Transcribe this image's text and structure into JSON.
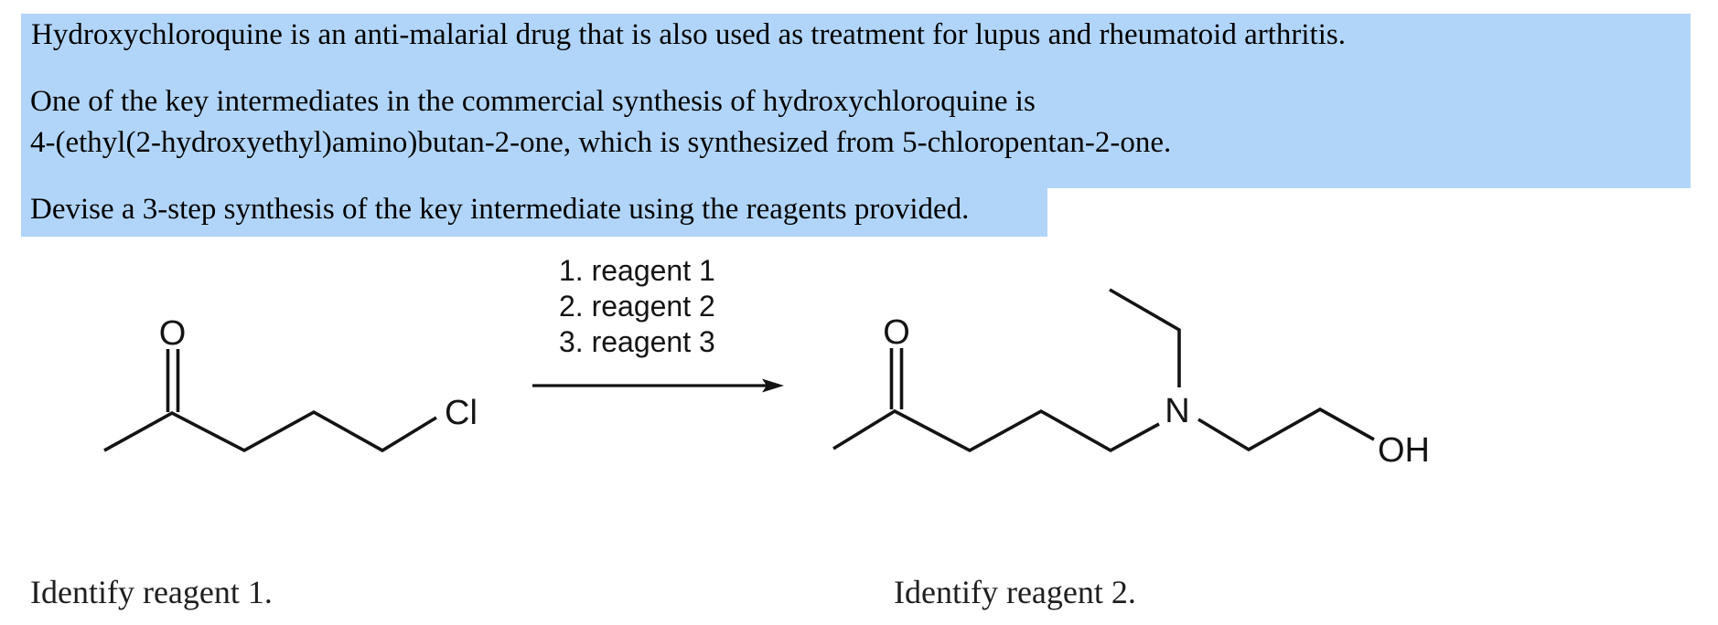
{
  "colors": {
    "highlight": "#b1d5f9",
    "text": "#000000",
    "ink": "#141414",
    "muted_text": "#1f1f1f"
  },
  "problem": {
    "lines": [
      {
        "text": "Hydroxychloroquine is an anti-malarial drug that is also used as treatment for lupus and rheumatoid arthritis."
      },
      {
        "text": "One of the key intermediates in the commercial synthesis of hydroxychloroquine is"
      },
      {
        "text": "4-(ethyl(2-hydroxyethyl)amino)butan-2-one, which is synthesized from 5-chloropentan-2-one."
      },
      {
        "text": "Devise a 3-step synthesis of the key intermediate using the reagents provided."
      }
    ]
  },
  "scheme": {
    "conditions": [
      {
        "label": "1. reagent 1"
      },
      {
        "label": "2. reagent 2"
      },
      {
        "label": "3. reagent 3"
      }
    ],
    "reactant": {
      "name": "5-chloropentan-2-one",
      "label_o": "O",
      "label_cl": "Cl"
    },
    "product": {
      "name": "4-(ethyl(2-hydroxyethyl)amino)butan-2-one",
      "label_o": "O",
      "label_n": "N",
      "label_oh": "OH"
    }
  },
  "questions": [
    {
      "text": "Identify reagent 1."
    },
    {
      "text": "Identify reagent 2."
    }
  ]
}
